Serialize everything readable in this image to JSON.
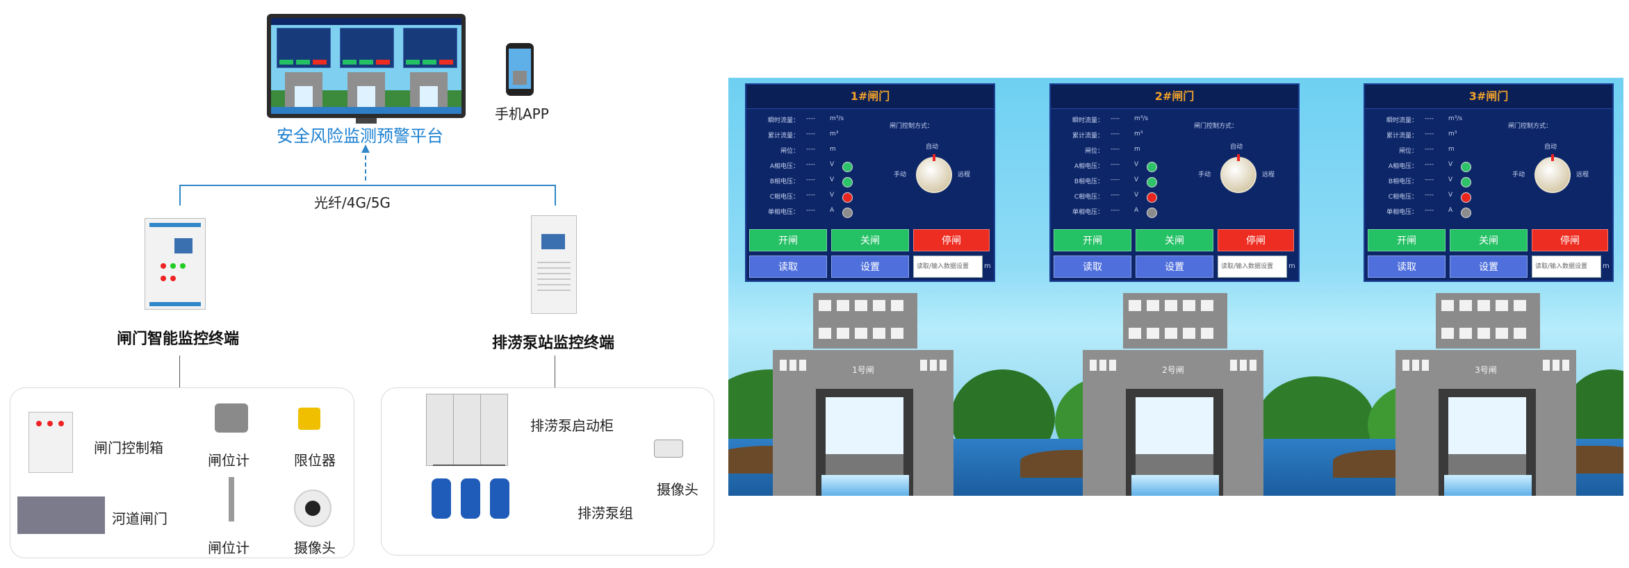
{
  "platform": {
    "title": "安全风险监测预警平台"
  },
  "mobile": {
    "label": "手机APP"
  },
  "network": {
    "label": "光纤/4G/5G"
  },
  "gate_terminal": {
    "title": "闸门智能监控终端",
    "devices": [
      "闸门控制箱",
      "闸位计",
      "限位器",
      "河道闸门",
      "闸位计",
      "摄像头"
    ]
  },
  "pump_terminal": {
    "title": "排涝泵站监控终端",
    "devices": [
      "排涝泵启动柜",
      "摄像头",
      "排涝泵组"
    ]
  },
  "hmi": {
    "panels": [
      {
        "title": "1#闸门",
        "rows": [
          {
            "label": "瞬时流量：",
            "value": "----",
            "unit": "m³/s"
          },
          {
            "label": "累计流量：",
            "value": "----",
            "unit": "m³"
          },
          {
            "label": "闸位：",
            "value": "----",
            "unit": "m"
          },
          {
            "label": "A相电压：",
            "value": "----",
            "unit": "V",
            "led": "#2ec26a"
          },
          {
            "label": "B相电压：",
            "value": "----",
            "unit": "V",
            "led": "#2ec26a"
          },
          {
            "label": "C相电压：",
            "value": "----",
            "unit": "V",
            "led": "#e8261f"
          },
          {
            "label": "单相电压：",
            "value": "----",
            "unit": "A",
            "led": "#8c8c8c"
          }
        ],
        "mode_label": "闸门控制方式：",
        "knob_top": "自动",
        "knob_left": "手动",
        "knob_right": "远程",
        "btn_open": "开闸",
        "btn_close": "关闸",
        "btn_stop": "停闸",
        "btn_read": "读取",
        "btn_set": "设置",
        "input_placeholder": "读取/输入数据设置",
        "input_unit": "m",
        "gate_name": "1号闸"
      },
      {
        "title": "2#闸门",
        "rows": [
          {
            "label": "瞬时流量：",
            "value": "----",
            "unit": "m³/s"
          },
          {
            "label": "累计流量：",
            "value": "----",
            "unit": "m³"
          },
          {
            "label": "闸位：",
            "value": "----",
            "unit": "m"
          },
          {
            "label": "A相电压：",
            "value": "----",
            "unit": "V",
            "led": "#2ec26a"
          },
          {
            "label": "B相电压：",
            "value": "----",
            "unit": "V",
            "led": "#2ec26a"
          },
          {
            "label": "C相电压：",
            "value": "----",
            "unit": "V",
            "led": "#e8261f"
          },
          {
            "label": "单相电压：",
            "value": "----",
            "unit": "A",
            "led": "#8c8c8c"
          }
        ],
        "mode_label": "闸门控制方式：",
        "knob_top": "自动",
        "knob_left": "手动",
        "knob_right": "远程",
        "btn_open": "开闸",
        "btn_close": "关闸",
        "btn_stop": "停闸",
        "btn_read": "读取",
        "btn_set": "设置",
        "input_placeholder": "读取/输入数据设置",
        "input_unit": "m",
        "gate_name": "2号闸"
      },
      {
        "title": "3#闸门",
        "rows": [
          {
            "label": "瞬时流量：",
            "value": "----",
            "unit": "m³/s"
          },
          {
            "label": "累计流量：",
            "value": "----",
            "unit": "m³"
          },
          {
            "label": "闸位：",
            "value": "----",
            "unit": "m"
          },
          {
            "label": "A相电压：",
            "value": "----",
            "unit": "V",
            "led": "#2ec26a"
          },
          {
            "label": "B相电压：",
            "value": "----",
            "unit": "V",
            "led": "#2ec26a"
          },
          {
            "label": "C相电压：",
            "value": "----",
            "unit": "V",
            "led": "#e8261f"
          },
          {
            "label": "单相电压：",
            "value": "----",
            "unit": "A",
            "led": "#8c8c8c"
          }
        ],
        "mode_label": "闸门控制方式：",
        "knob_top": "自动",
        "knob_left": "手动",
        "knob_right": "远程",
        "btn_open": "开闸",
        "btn_close": "关闸",
        "btn_stop": "停闸",
        "btn_read": "读取",
        "btn_set": "设置",
        "input_placeholder": "读取/输入数据设置",
        "input_unit": "m",
        "gate_name": "3号闸"
      }
    ]
  }
}
